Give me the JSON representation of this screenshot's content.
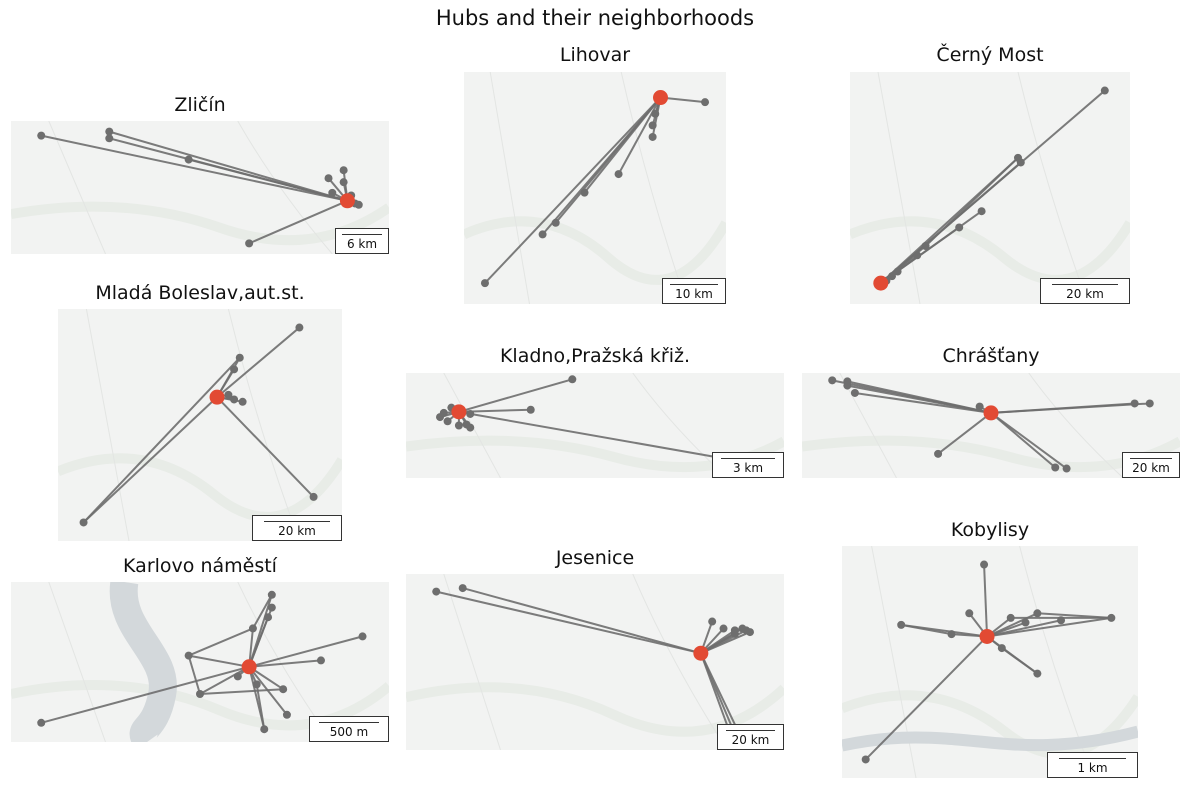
{
  "figure_title": "Hubs and their neighborhoods",
  "colors": {
    "map_bg": "#f2f3f2",
    "map_feature": "#e8ece7",
    "water": "#d3d8db",
    "edge": "#6e6e6e",
    "node": "#6e6e6e",
    "hub": "#e24a33"
  },
  "chart_data": [
    {
      "type": "network-map",
      "title": "Zličín",
      "scale_label": "6 km",
      "hub": [
        0.89,
        0.6
      ],
      "nodes": [
        [
          0.08,
          0.11
        ],
        [
          0.26,
          0.08
        ],
        [
          0.26,
          0.13
        ],
        [
          0.47,
          0.29
        ],
        [
          0.84,
          0.43
        ],
        [
          0.85,
          0.54
        ],
        [
          0.88,
          0.37
        ],
        [
          0.88,
          0.46
        ],
        [
          0.9,
          0.56
        ],
        [
          0.91,
          0.62
        ],
        [
          0.92,
          0.63
        ],
        [
          0.63,
          0.92
        ]
      ],
      "edges": [
        [
          0,
          "hub"
        ],
        [
          1,
          "hub"
        ],
        [
          2,
          "hub"
        ],
        [
          3,
          "hub"
        ],
        [
          4,
          "hub"
        ],
        [
          5,
          "hub"
        ],
        [
          6,
          "hub"
        ],
        [
          7,
          "hub"
        ],
        [
          8,
          "hub"
        ],
        [
          9,
          "hub"
        ],
        [
          10,
          "hub"
        ],
        [
          11,
          "hub"
        ]
      ]
    },
    {
      "type": "network-map",
      "title": "Lihovar",
      "scale_label": "10 km",
      "hub": [
        0.75,
        0.11
      ],
      "nodes": [
        [
          0.92,
          0.13
        ],
        [
          0.73,
          0.18
        ],
        [
          0.72,
          0.23
        ],
        [
          0.72,
          0.28
        ],
        [
          0.59,
          0.44
        ],
        [
          0.46,
          0.52
        ],
        [
          0.35,
          0.65
        ],
        [
          0.3,
          0.7
        ],
        [
          0.08,
          0.91
        ]
      ],
      "edges": [
        [
          0,
          "hub"
        ],
        [
          1,
          "hub"
        ],
        [
          2,
          "hub"
        ],
        [
          3,
          "hub"
        ],
        [
          4,
          "hub"
        ],
        [
          5,
          "hub"
        ],
        [
          6,
          "hub"
        ],
        [
          7,
          "hub"
        ],
        [
          8,
          "hub"
        ]
      ]
    },
    {
      "type": "network-map",
      "title": "Černý Most",
      "scale_label": "20 km",
      "hub": [
        0.11,
        0.91
      ],
      "nodes": [
        [
          0.91,
          0.08
        ],
        [
          0.6,
          0.37
        ],
        [
          0.61,
          0.39
        ],
        [
          0.47,
          0.6
        ],
        [
          0.39,
          0.67
        ],
        [
          0.27,
          0.75
        ],
        [
          0.24,
          0.79
        ],
        [
          0.17,
          0.86
        ],
        [
          0.15,
          0.88
        ],
        [
          0.13,
          0.9
        ]
      ],
      "edges": [
        [
          0,
          "hub"
        ],
        [
          1,
          "hub"
        ],
        [
          2,
          "hub"
        ],
        [
          3,
          "hub"
        ],
        [
          4,
          "hub"
        ],
        [
          5,
          "hub"
        ],
        [
          6,
          "hub"
        ],
        [
          7,
          "hub"
        ],
        [
          8,
          "hub"
        ],
        [
          9,
          "hub"
        ],
        [
          1,
          5
        ]
      ]
    },
    {
      "type": "network-map",
      "title": "Mladá Boleslav,aut.st.",
      "scale_label": "20 km",
      "hub": [
        0.56,
        0.38
      ],
      "nodes": [
        [
          0.85,
          0.08
        ],
        [
          0.64,
          0.21
        ],
        [
          0.62,
          0.26
        ],
        [
          0.6,
          0.37
        ],
        [
          0.62,
          0.39
        ],
        [
          0.65,
          0.4
        ],
        [
          0.9,
          0.81
        ],
        [
          0.09,
          0.92
        ]
      ],
      "edges": [
        [
          0,
          "hub"
        ],
        [
          1,
          "hub"
        ],
        [
          2,
          "hub"
        ],
        [
          3,
          "hub"
        ],
        [
          4,
          "hub"
        ],
        [
          5,
          "hub"
        ],
        [
          6,
          "hub"
        ],
        [
          7,
          "hub"
        ],
        [
          7,
          1
        ]
      ]
    },
    {
      "type": "network-map",
      "title": "Kladno,Pražská křiž.",
      "scale_label": "3 km",
      "hub": [
        0.14,
        0.37
      ],
      "nodes": [
        [
          0.44,
          0.06
        ],
        [
          0.33,
          0.35
        ],
        [
          0.09,
          0.42
        ],
        [
          0.11,
          0.46
        ],
        [
          0.12,
          0.33
        ],
        [
          0.16,
          0.49
        ],
        [
          0.17,
          0.52
        ],
        [
          0.14,
          0.5
        ],
        [
          0.17,
          0.39
        ],
        [
          0.1,
          0.38
        ],
        [
          0.93,
          0.87
        ]
      ],
      "edges": [
        [
          0,
          "hub"
        ],
        [
          1,
          "hub"
        ],
        [
          2,
          "hub"
        ],
        [
          3,
          "hub"
        ],
        [
          4,
          "hub"
        ],
        [
          5,
          "hub"
        ],
        [
          6,
          "hub"
        ],
        [
          7,
          "hub"
        ],
        [
          8,
          "hub"
        ],
        [
          9,
          "hub"
        ],
        [
          10,
          "hub"
        ]
      ]
    },
    {
      "type": "network-map",
      "title": "Chrášťany",
      "scale_label": "20 km",
      "hub": [
        0.5,
        0.38
      ],
      "nodes": [
        [
          0.08,
          0.07
        ],
        [
          0.12,
          0.08
        ],
        [
          0.12,
          0.12
        ],
        [
          0.14,
          0.19
        ],
        [
          0.47,
          0.32
        ],
        [
          0.88,
          0.29
        ],
        [
          0.92,
          0.29
        ],
        [
          0.36,
          0.77
        ],
        [
          0.67,
          0.9
        ],
        [
          0.7,
          0.91
        ]
      ],
      "edges": [
        [
          0,
          "hub"
        ],
        [
          1,
          "hub"
        ],
        [
          2,
          "hub"
        ],
        [
          3,
          "hub"
        ],
        [
          4,
          "hub"
        ],
        [
          5,
          "hub"
        ],
        [
          6,
          "hub"
        ],
        [
          7,
          "hub"
        ],
        [
          8,
          "hub"
        ],
        [
          9,
          "hub"
        ]
      ]
    },
    {
      "type": "network-map",
      "title": "Karlovo náměstí",
      "scale_label": "500 m",
      "hub": [
        0.63,
        0.53
      ],
      "nodes": [
        [
          0.69,
          0.08
        ],
        [
          0.69,
          0.16
        ],
        [
          0.68,
          0.22
        ],
        [
          0.64,
          0.29
        ],
        [
          0.93,
          0.34
        ],
        [
          0.47,
          0.46
        ],
        [
          0.82,
          0.49
        ],
        [
          0.6,
          0.59
        ],
        [
          0.65,
          0.64
        ],
        [
          0.72,
          0.67
        ],
        [
          0.5,
          0.7
        ],
        [
          0.73,
          0.83
        ],
        [
          0.67,
          0.92
        ],
        [
          0.08,
          0.88
        ]
      ],
      "edges": [
        [
          0,
          "hub"
        ],
        [
          1,
          "hub"
        ],
        [
          2,
          "hub"
        ],
        [
          3,
          "hub"
        ],
        [
          4,
          "hub"
        ],
        [
          5,
          "hub"
        ],
        [
          6,
          "hub"
        ],
        [
          7,
          "hub"
        ],
        [
          8,
          "hub"
        ],
        [
          9,
          "hub"
        ],
        [
          10,
          "hub"
        ],
        [
          11,
          "hub"
        ],
        [
          12,
          "hub"
        ],
        [
          13,
          "hub"
        ],
        [
          5,
          3
        ],
        [
          5,
          10
        ],
        [
          10,
          9
        ],
        [
          3,
          0
        ],
        [
          8,
          12
        ]
      ]
    },
    {
      "type": "network-map",
      "title": "Jesenice",
      "scale_label": "20 km",
      "hub": [
        0.78,
        0.45
      ],
      "nodes": [
        [
          0.08,
          0.1
        ],
        [
          0.15,
          0.08
        ],
        [
          0.81,
          0.27
        ],
        [
          0.84,
          0.31
        ],
        [
          0.87,
          0.32
        ],
        [
          0.89,
          0.31
        ],
        [
          0.9,
          0.32
        ],
        [
          0.91,
          0.33
        ],
        [
          0.87,
          0.34
        ],
        [
          0.86,
          0.92
        ],
        [
          0.88,
          0.96
        ],
        [
          0.9,
          0.99
        ]
      ],
      "edges": [
        [
          0,
          "hub"
        ],
        [
          1,
          "hub"
        ],
        [
          2,
          "hub"
        ],
        [
          3,
          "hub"
        ],
        [
          4,
          "hub"
        ],
        [
          5,
          "hub"
        ],
        [
          6,
          "hub"
        ],
        [
          7,
          "hub"
        ],
        [
          8,
          "hub"
        ],
        [
          9,
          "hub"
        ],
        [
          10,
          "hub"
        ],
        [
          11,
          "hub"
        ]
      ]
    },
    {
      "type": "network-map",
      "title": "Kobylisy",
      "scale_label": "1 km",
      "hub": [
        0.49,
        0.39
      ],
      "nodes": [
        [
          0.48,
          0.08
        ],
        [
          0.43,
          0.29
        ],
        [
          0.2,
          0.34
        ],
        [
          0.37,
          0.38
        ],
        [
          0.57,
          0.31
        ],
        [
          0.62,
          0.33
        ],
        [
          0.66,
          0.29
        ],
        [
          0.74,
          0.32
        ],
        [
          0.91,
          0.31
        ],
        [
          0.54,
          0.44
        ],
        [
          0.66,
          0.55
        ],
        [
          0.08,
          0.92
        ]
      ],
      "edges": [
        [
          0,
          "hub"
        ],
        [
          1,
          "hub"
        ],
        [
          2,
          "hub"
        ],
        [
          3,
          "hub"
        ],
        [
          4,
          "hub"
        ],
        [
          5,
          "hub"
        ],
        [
          6,
          "hub"
        ],
        [
          7,
          "hub"
        ],
        [
          8,
          "hub"
        ],
        [
          9,
          "hub"
        ],
        [
          10,
          "hub"
        ],
        [
          11,
          "hub"
        ],
        [
          2,
          3
        ],
        [
          4,
          8
        ],
        [
          6,
          8
        ],
        [
          9,
          10
        ]
      ]
    }
  ]
}
